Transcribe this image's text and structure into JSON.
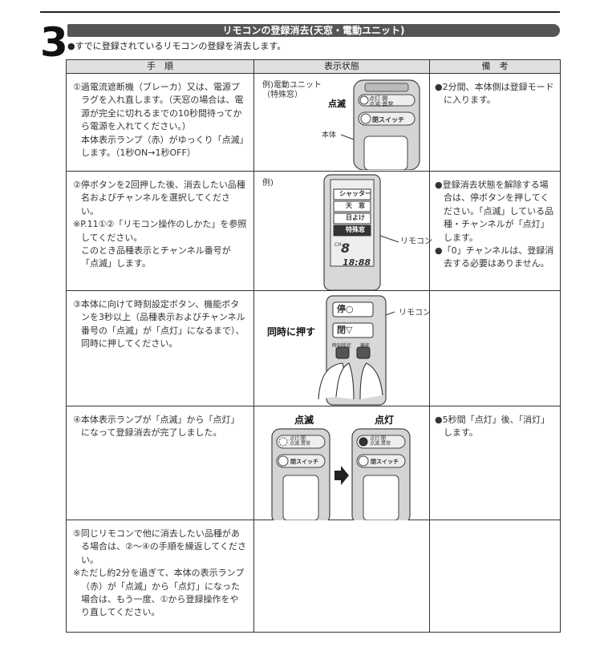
{
  "section": {
    "number": "3",
    "title": "リモコンの登録消去(天窓・電動ユニット)",
    "intro": "●すでに登録されているリモコンの登録を消去します。"
  },
  "table": {
    "headers": [
      "手　順",
      "表示状態",
      "備　考"
    ],
    "rows": [
      {
        "step": [
          {
            "t": "①過電流遮断機（ブレーカ）又は、電源プラグを入れ直します。（天窓の場合は、電源が完全に切れるまでの10秒間待ってから電源を入れてください。）",
            "cls": "ind"
          },
          {
            "t": "本体表示ランプ（赤）がゆっくり「点滅」します。（1秒ON→1秒OFF）",
            "cls": "ind2"
          }
        ],
        "disp": {
          "label": "例)電動ユニット\n（特殊窓）",
          "blink": "点滅",
          "body": "本体",
          "lamp": "点灯:開\n点滅:異常",
          "close_switch": "閉スイッチ"
        },
        "notes": [
          {
            "t": "●2分間、本体側は登録モードに入ります。",
            "cls": "bul"
          }
        ]
      },
      {
        "step": [
          {
            "t": "②停ボタンを2回押した後、消去したい品種名およびチャンネルを選択してください。",
            "cls": "ind"
          },
          {
            "t": "※P.11①②「リモコン操作のしかた」を参照してください。",
            "cls": "ind"
          },
          {
            "t": "このとき品種表示とチャンネル番号が「点滅」します。",
            "cls": "ind2"
          }
        ],
        "disp": {
          "label": "例)",
          "remote": "リモコン",
          "items": [
            "シャッター",
            "天　窓",
            "日よけ",
            "特殊窓"
          ],
          "ch": "CH",
          "ch_digit": "8",
          "clock": "18:88"
        },
        "notes": [
          {
            "t": "●登録消去状態を解除する場合は、停ボタンを押してください。「点滅」している品種・チャンネルが「点灯」します。",
            "cls": "bul"
          },
          {
            "t": "●「0」チャンネルは、登録消去する必要はありません。",
            "cls": "bul"
          }
        ]
      },
      {
        "step": [
          {
            "t": "③本体に向けて時刻設定ボタン、機能ボタンを3秒以上（品種表示およびチャンネル番号の「点滅」が「点灯」になるまで）、同時に押してください。",
            "cls": "ind"
          }
        ],
        "disp": {
          "stop": "停○",
          "close": "閉▽",
          "remote": "リモコン",
          "press": "同時に押す",
          "time_set": "時刻設定",
          "function": "機能"
        },
        "notes": []
      },
      {
        "step": [
          {
            "t": "④本体表示ランプが「点滅」から「点灯」になって登録消去が完了しました。",
            "cls": "ind"
          }
        ],
        "disp": {
          "blink": "点滅",
          "lit": "点灯",
          "lamp": "点灯:開\n点滅:異常",
          "close_switch": "閉スイッチ"
        },
        "notes": [
          {
            "t": "●5秒間「点灯」後、「消灯」します。",
            "cls": "bul"
          }
        ]
      },
      {
        "step": [
          {
            "t": "⑤同じリモコンで他に消去したい品種がある場合は、②〜④の手順を繰返してください。",
            "cls": "ind"
          },
          {
            "t": "※ただし約2分を過ぎて、本体の表示ランプ（赤）が「点滅」から「点灯」になった場合は、もう一度、①から登録操作をやり直してください。",
            "cls": "ind"
          }
        ],
        "notes": []
      }
    ]
  }
}
